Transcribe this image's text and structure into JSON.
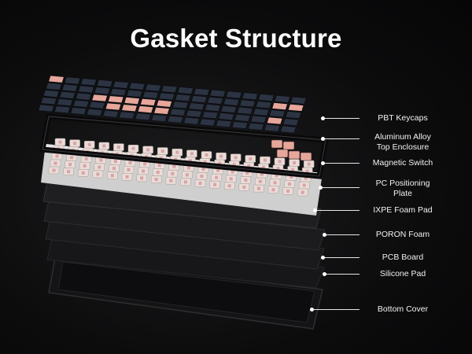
{
  "title": "Gasket Structure",
  "layers": [
    {
      "id": "pbt-keycaps",
      "lines": [
        "PBT Keycaps"
      ]
    },
    {
      "id": "top-enclosure",
      "lines": [
        "Aluminum Alloy",
        "Top Enclosure"
      ]
    },
    {
      "id": "magnetic-switch",
      "lines": [
        "Magnetic Switch"
      ]
    },
    {
      "id": "positioning-plate",
      "lines": [
        "PC Positioning",
        "Plate"
      ]
    },
    {
      "id": "ixpe-foam",
      "lines": [
        "IXPE Foam Pad"
      ]
    },
    {
      "id": "poron-foam",
      "lines": [
        "PORON Foam"
      ]
    },
    {
      "id": "pcb-board",
      "lines": [
        "PCB Board"
      ]
    },
    {
      "id": "silicone-pad",
      "lines": [
        "Silicone Pad"
      ]
    },
    {
      "id": "bottom-cover",
      "lines": [
        "Bottom Cover"
      ]
    }
  ],
  "colors": {
    "keycap_dark": "#2c3443",
    "keycap_pink": "#e7a69a",
    "enclosure": "#141416",
    "plate": "#cfcfcf",
    "switch_housing": "#e9dcd7",
    "switch_stem": "#d9a2a8",
    "foam": "#1a1a1c",
    "label": "#f2f2f2"
  }
}
